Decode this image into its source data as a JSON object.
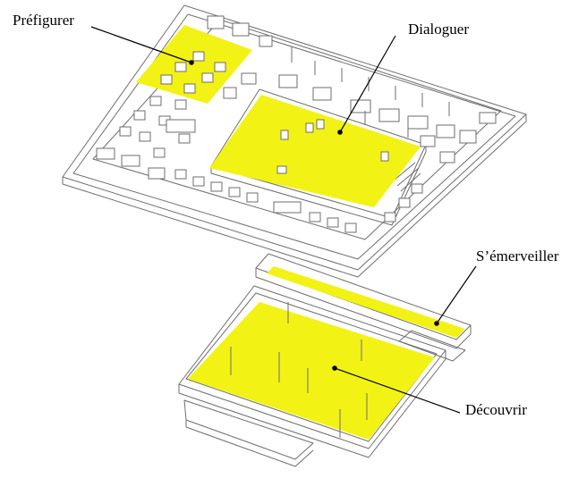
{
  "labels": {
    "prefigurer": "Préfigurer",
    "dialoguer": "Dialoguer",
    "emerveiller": "S’émerveiller",
    "decouvrir": "Découvrir"
  },
  "colors": {
    "highlight": "#f2f215",
    "outline": "#6e6e6e",
    "background": "#ffffff"
  }
}
